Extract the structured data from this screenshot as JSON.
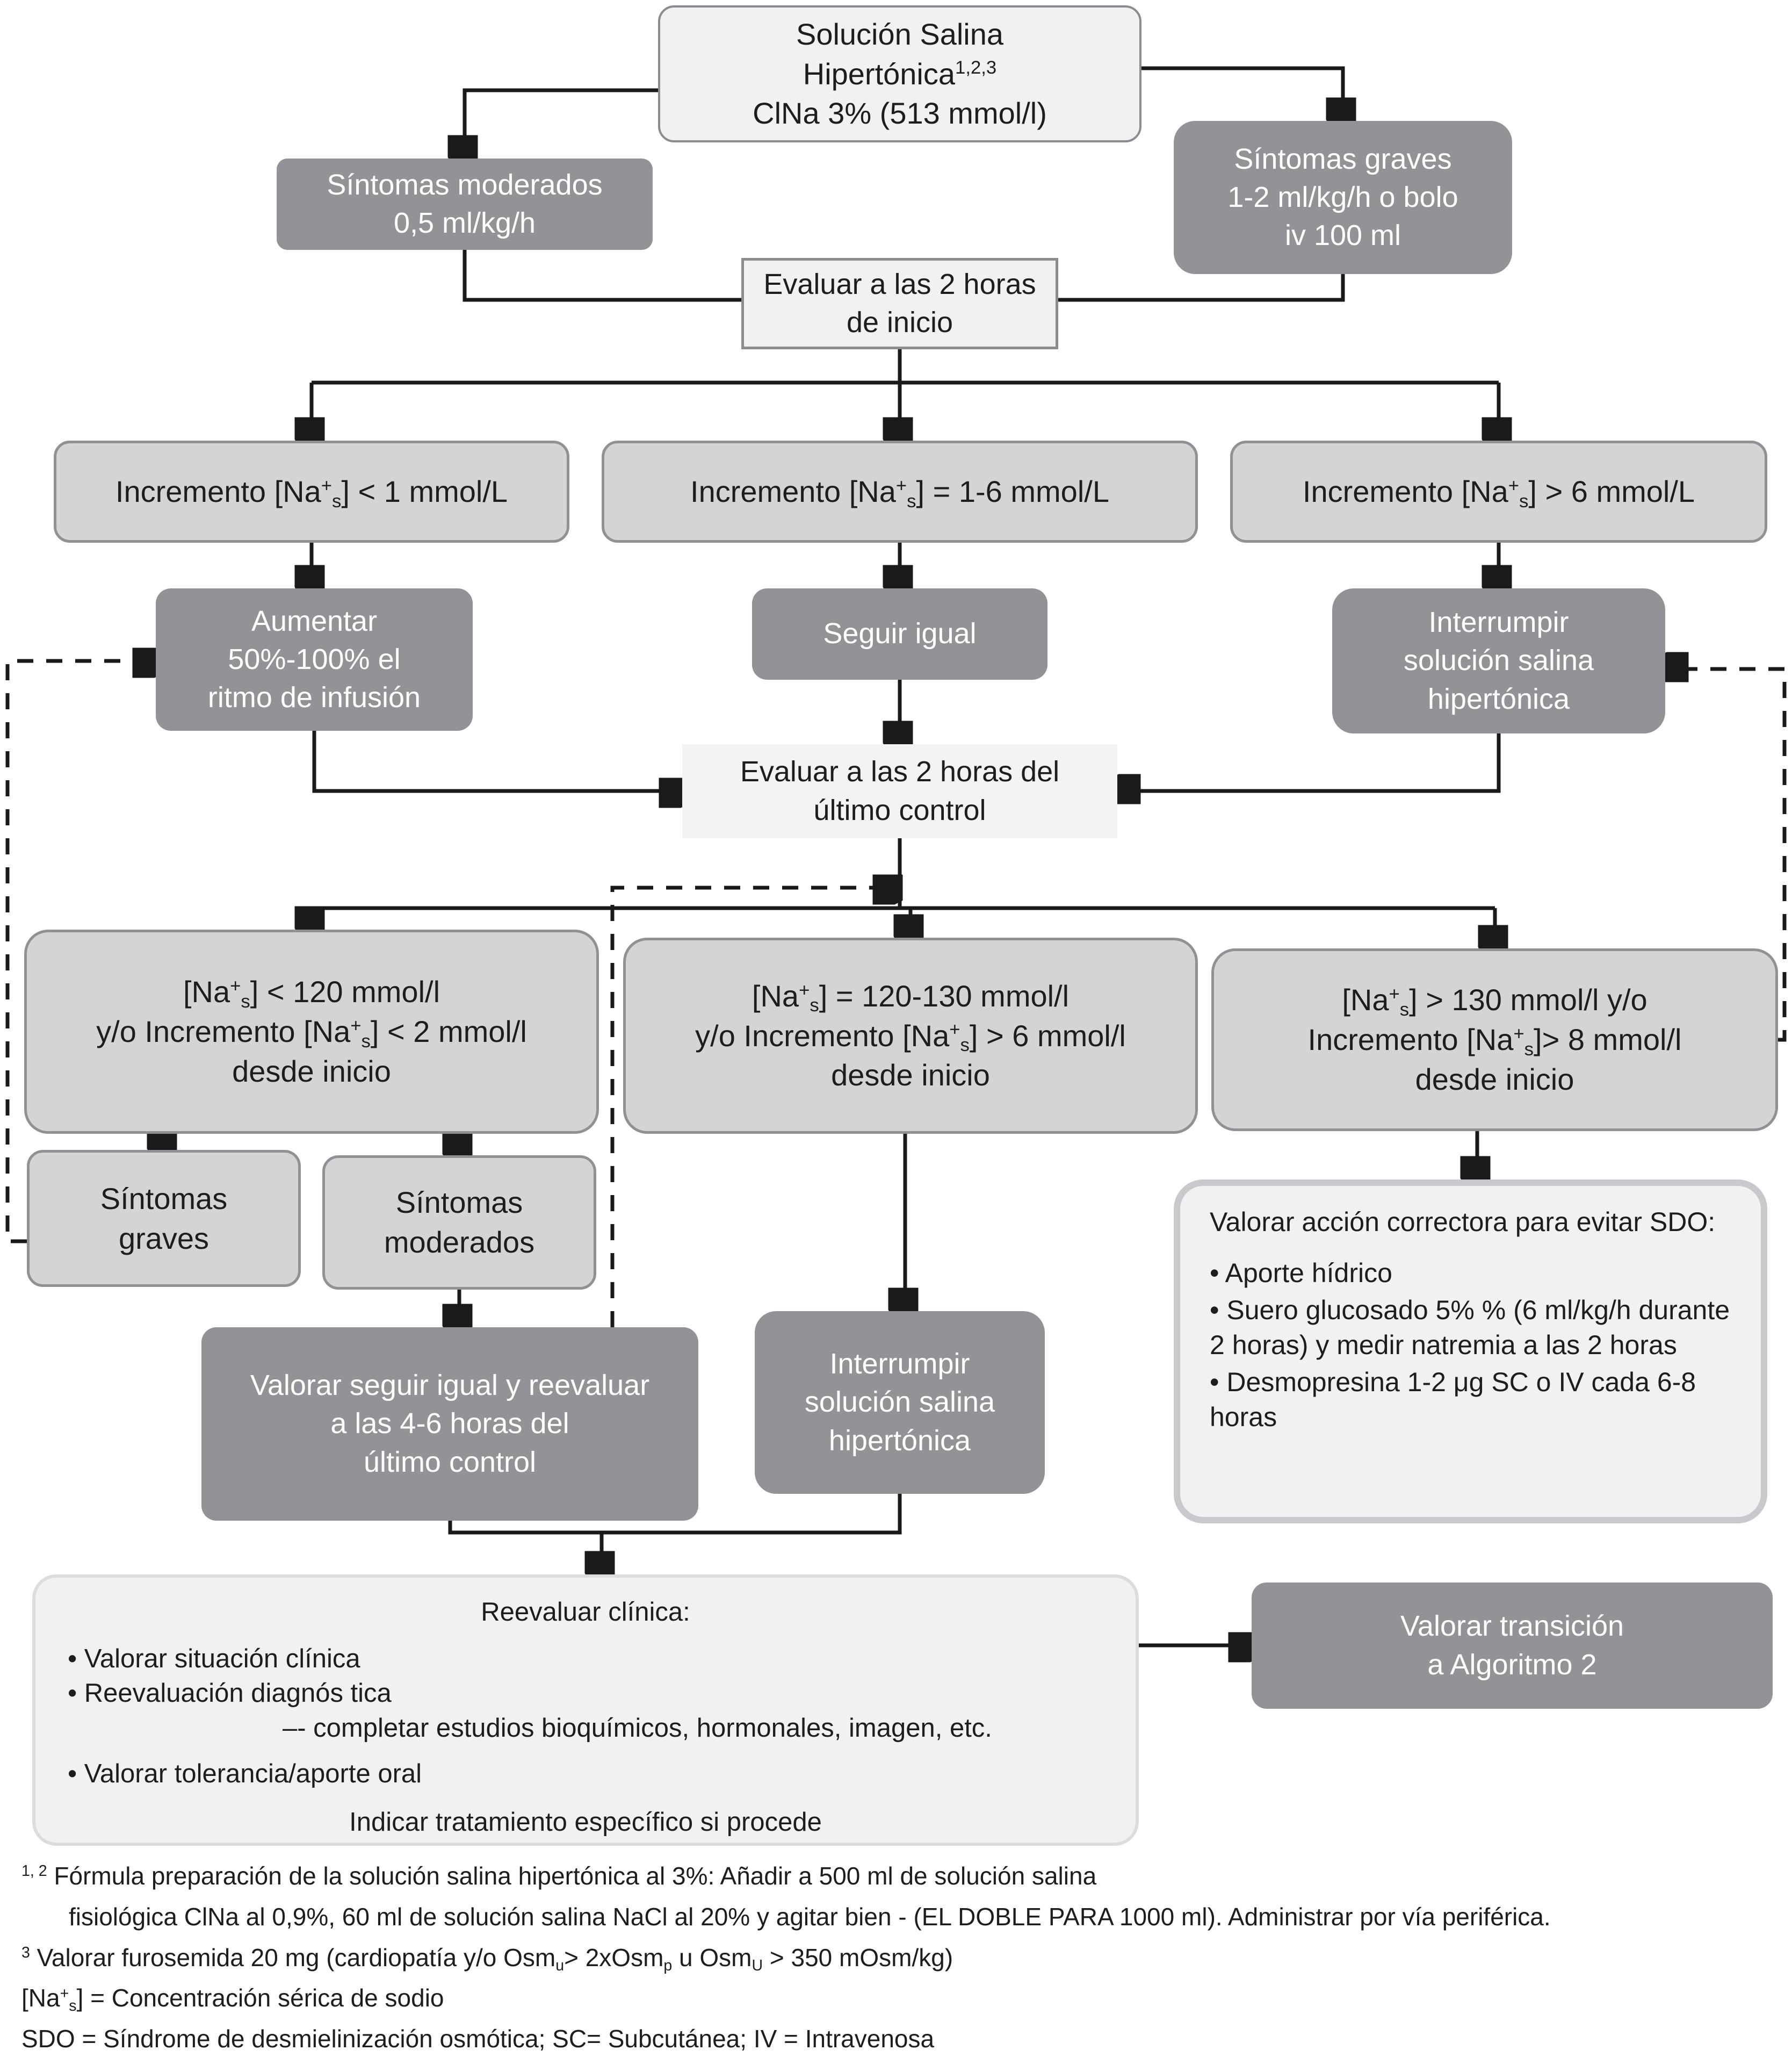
{
  "colors": {
    "dark_box": "#919396",
    "condition_box": "#d2d4d6",
    "pale_box": "#f0f1f2",
    "line": "#1a1a1a",
    "text": "#1d1d1f",
    "text_on_dark": "#ffffff"
  },
  "nodes": {
    "start": {
      "lines": [
        [
          {
            "t": "x",
            "s": "Solución Salina"
          }
        ],
        [
          {
            "t": "x",
            "s": "Hipertónica"
          },
          {
            "t": "sup",
            "s": "1,2,3"
          }
        ],
        [
          {
            "t": "x",
            "s": "ClNa 3% (513 mmol/l)"
          }
        ]
      ]
    },
    "moderados": {
      "lines": [
        [
          {
            "t": "x",
            "s": "Síntomas moderados"
          }
        ],
        [
          {
            "t": "x",
            "s": "0,5 ml/kg/h"
          }
        ]
      ]
    },
    "graves": {
      "lines": [
        [
          {
            "t": "x",
            "s": "Síntomas graves"
          }
        ],
        [
          {
            "t": "x",
            "s": "1-2 ml/kg/h o bolo"
          }
        ],
        [
          {
            "t": "x",
            "s": "iv 100 ml"
          }
        ]
      ]
    },
    "eval_inicio": {
      "lines": [
        [
          {
            "t": "x",
            "s": "Evaluar a las 2 horas"
          }
        ],
        [
          {
            "t": "x",
            "s": "de inicio"
          }
        ]
      ]
    },
    "inc_lt1": {
      "lines": [
        [
          {
            "t": "x",
            "s": "Incremento [Na"
          },
          {
            "t": "sup",
            "s": "+"
          },
          {
            "t": "sub",
            "s": "s"
          },
          {
            "t": "x",
            "s": "] < 1 mmol/L"
          }
        ]
      ]
    },
    "inc_1_6": {
      "lines": [
        [
          {
            "t": "x",
            "s": "Incremento [Na"
          },
          {
            "t": "sup",
            "s": "+"
          },
          {
            "t": "sub",
            "s": "s"
          },
          {
            "t": "x",
            "s": "] = 1-6 mmol/L"
          }
        ]
      ]
    },
    "inc_gt6": {
      "lines": [
        [
          {
            "t": "x",
            "s": "Incremento [Na"
          },
          {
            "t": "sup",
            "s": "+"
          },
          {
            "t": "sub",
            "s": "s"
          },
          {
            "t": "x",
            "s": "] > 6 mmol/L"
          }
        ]
      ]
    },
    "aumentar": {
      "lines": [
        [
          {
            "t": "x",
            "s": "Aumentar"
          }
        ],
        [
          {
            "t": "x",
            "s": "50%-100% el"
          }
        ],
        [
          {
            "t": "x",
            "s": "ritmo de infusión"
          }
        ]
      ]
    },
    "seguir": {
      "lines": [
        [
          {
            "t": "x",
            "s": "Seguir igual"
          }
        ]
      ]
    },
    "interrumpir1": {
      "lines": [
        [
          {
            "t": "x",
            "s": "Interrumpir"
          }
        ],
        [
          {
            "t": "x",
            "s": "solución salina"
          }
        ],
        [
          {
            "t": "x",
            "s": "hipertónica"
          }
        ]
      ]
    },
    "eval_ultimo": {
      "lines": [
        [
          {
            "t": "x",
            "s": "Evaluar a las 2 horas del"
          }
        ],
        [
          {
            "t": "x",
            "s": "último control"
          }
        ]
      ]
    },
    "na_lt120": {
      "lines": [
        [
          {
            "t": "x",
            "s": "[Na"
          },
          {
            "t": "sup",
            "s": "+"
          },
          {
            "t": "sub",
            "s": "s"
          },
          {
            "t": "x",
            "s": "] < 120 mmol/l"
          }
        ],
        [
          {
            "t": "x",
            "s": "y/o Incremento [Na"
          },
          {
            "t": "sup",
            "s": "+"
          },
          {
            "t": "sub",
            "s": "s"
          },
          {
            "t": "x",
            "s": "] < 2 mmol/l"
          }
        ],
        [
          {
            "t": "x",
            "s": "desde inicio"
          }
        ]
      ]
    },
    "na_120_130": {
      "lines": [
        [
          {
            "t": "x",
            "s": "[Na"
          },
          {
            "t": "sup",
            "s": "+"
          },
          {
            "t": "sub",
            "s": "s"
          },
          {
            "t": "x",
            "s": "] = 120-130 mmol/l"
          }
        ],
        [
          {
            "t": "x",
            "s": "y/o Incremento [Na"
          },
          {
            "t": "sup",
            "s": "+"
          },
          {
            "t": "sub",
            "s": "s"
          },
          {
            "t": "x",
            "s": "] > 6 mmol/l"
          }
        ],
        [
          {
            "t": "x",
            "s": "desde inicio"
          }
        ]
      ]
    },
    "na_gt130": {
      "lines": [
        [
          {
            "t": "x",
            "s": "[Na"
          },
          {
            "t": "sup",
            "s": "+"
          },
          {
            "t": "sub",
            "s": "s"
          },
          {
            "t": "x",
            "s": "] > 130 mmol/l y/o"
          }
        ],
        [
          {
            "t": "x",
            "s": "Incremento [Na"
          },
          {
            "t": "sup",
            "s": "+"
          },
          {
            "t": "sub",
            "s": "s"
          },
          {
            "t": "x",
            "s": "]> 8 mmol/l"
          }
        ],
        [
          {
            "t": "x",
            "s": "desde inicio"
          }
        ]
      ]
    },
    "graves2": {
      "lines": [
        [
          {
            "t": "x",
            "s": "Síntomas"
          }
        ],
        [
          {
            "t": "x",
            "s": "graves"
          }
        ]
      ]
    },
    "moderados2": {
      "lines": [
        [
          {
            "t": "x",
            "s": "Síntomas"
          }
        ],
        [
          {
            "t": "x",
            "s": "moderados"
          }
        ]
      ]
    },
    "valorar_seguir": {
      "lines": [
        [
          {
            "t": "x",
            "s": "Valorar seguir igual y reevaluar"
          }
        ],
        [
          {
            "t": "x",
            "s": "a las 4-6 horas del"
          }
        ],
        [
          {
            "t": "x",
            "s": "último control"
          }
        ]
      ]
    },
    "interrumpir2": {
      "lines": [
        [
          {
            "t": "x",
            "s": "Interrumpir"
          }
        ],
        [
          {
            "t": "x",
            "s": "solución salina"
          }
        ],
        [
          {
            "t": "x",
            "s": "hipertónica"
          }
        ]
      ]
    },
    "valorar_accion": {
      "title": [
        {
          "t": "x",
          "s": "Valorar acción correctora para evitar SDO:"
        }
      ],
      "bullets": [
        [
          {
            "t": "x",
            "s": "• Aporte hídrico"
          }
        ],
        [
          {
            "t": "x",
            "s": "• Suero glucosado 5% % (6 ml/kg/h durante 2 horas) y medir natremia a las 2 horas"
          }
        ],
        [
          {
            "t": "x",
            "s": "• Desmopresina 1-2 μg SC o IV cada 6-8 horas"
          }
        ]
      ]
    },
    "reevaluar": {
      "title": [
        {
          "t": "x",
          "s": "Reevaluar clínica:"
        }
      ],
      "items": [
        [
          {
            "t": "x",
            "s": "• Valorar situación clínica"
          }
        ],
        [
          {
            "t": "x",
            "s": "• Reevaluación diagnós tica"
          }
        ],
        [
          {
            "t": "x",
            "s": "–- completar estudios bioquímicos, hormonales, imagen, etc."
          }
        ],
        [
          {
            "t": "x",
            "s": "• Valorar tolerancia/aporte oral"
          }
        ]
      ],
      "footer": [
        {
          "t": "x",
          "s": "Indicar tratamiento específico si procede"
        }
      ]
    },
    "transicion": {
      "lines": [
        [
          {
            "t": "x",
            "s": "Valorar transición"
          }
        ],
        [
          {
            "t": "x",
            "s": "a Algoritmo 2"
          }
        ]
      ]
    }
  },
  "footnotes": [
    [
      {
        "t": "sup",
        "s": "1, 2"
      },
      {
        "t": "x",
        "s": " Fórmula preparación de la solución salina hipertónica al 3%: Añadir a 500 ml de solución salina"
      }
    ],
    [
      {
        "t": "x",
        "s": "fisiológica ClNa al 0,9%, 60 ml de solución salina NaCl al 20% y agitar bien - (EL DOBLE PARA 1000 ml). Administrar por vía periférica."
      }
    ],
    [
      {
        "t": "sup",
        "s": "3"
      },
      {
        "t": "x",
        "s": " Valorar furosemida 20 mg (cardiopatía y/o Osm"
      },
      {
        "t": "sub",
        "s": "u"
      },
      {
        "t": "x",
        "s": "> 2xOsm"
      },
      {
        "t": "sub",
        "s": "p"
      },
      {
        "t": "x",
        "s": " u Osm"
      },
      {
        "t": "sub",
        "s": "U"
      },
      {
        "t": "x",
        "s": " > 350 mOsm/kg)"
      }
    ],
    [
      {
        "t": "x",
        "s": "[Na"
      },
      {
        "t": "sup",
        "s": "+"
      },
      {
        "t": "sub",
        "s": "s"
      },
      {
        "t": "x",
        "s": "] = Concentración sérica de sodio"
      }
    ],
    [
      {
        "t": "x",
        "s": "SDO = Síndrome de desmielinización osmótica; SC= Subcutánea; IV = Intravenosa"
      }
    ]
  ]
}
